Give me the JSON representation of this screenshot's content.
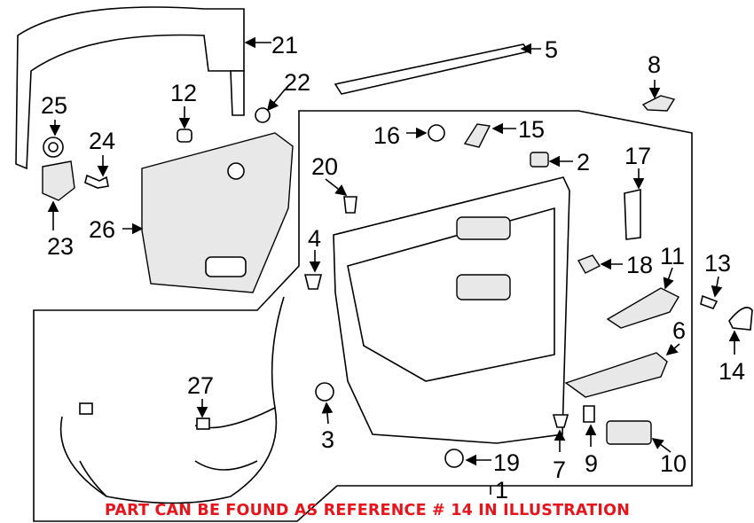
{
  "diagram": {
    "callouts": [
      "1",
      "2",
      "3",
      "4",
      "5",
      "6",
      "7",
      "8",
      "9",
      "10",
      "11",
      "12",
      "13",
      "14",
      "15",
      "16",
      "17",
      "18",
      "19",
      "20",
      "21",
      "22",
      "23",
      "24",
      "25",
      "26",
      "27"
    ],
    "note": "PART CAN BE FOUND AS REFERENCE # 14 IN ILLUSTRATION",
    "note_color": "#e8141c"
  }
}
